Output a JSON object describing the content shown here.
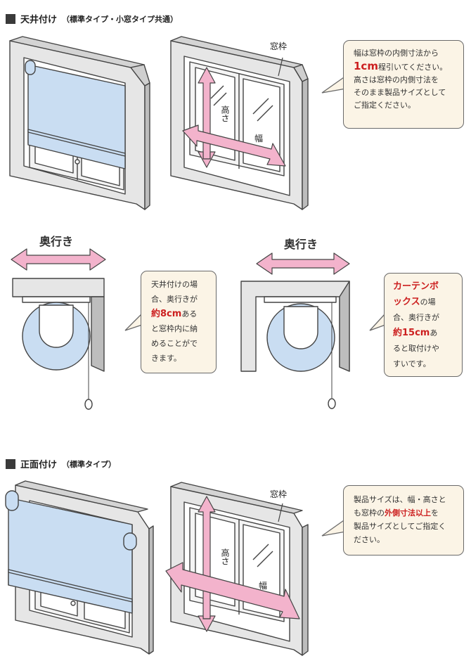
{
  "section1": {
    "title": "天井付け",
    "subtitle": "（標準タイプ・小窓タイプ共通）",
    "frame_label": "窓枠",
    "height_label": "高さ",
    "width_label": "幅",
    "bubble": {
      "line1": "幅は窓枠の内側寸法から",
      "line2_em": "1cm",
      "line2_rest": "程引いてください。",
      "line3": "高さは窓枠の内側寸法を",
      "line4": "そのまま製品サイズとして",
      "line5": "ご指定ください。"
    },
    "depth_left": {
      "label": "奥行き",
      "bubble": {
        "line1": "天井付けの場",
        "line2": "合、奥行きが",
        "line3_em": "約8cm",
        "line3_rest": "ある",
        "line4": "と窓枠内に納",
        "line5": "めることがで",
        "line6": "きます。"
      }
    },
    "depth_right": {
      "label": "奥行き",
      "bubble": {
        "line1_em": "カーテンボ",
        "line2_em": "ックス",
        "line2_rest": "の場",
        "line3": "合、奥行きが",
        "line4_em": "約15cm",
        "line4_rest": "あ",
        "line5": "ると取付けや",
        "line6": "すいです。"
      }
    }
  },
  "section2": {
    "title": "正面付け",
    "subtitle": "（標準タイプ）",
    "frame_label": "窓枠",
    "height_label": "高さ",
    "width_label": "幅",
    "bubble": {
      "line1": "製品サイズは、幅・高さと",
      "line2_a": "も窓枠の",
      "line2_em": "外側寸法以上",
      "line2_b": "を",
      "line3": "製品サイズとしてご指定く",
      "line4": "ださい。"
    }
  },
  "colors": {
    "frame_fill": "#e6e6e6",
    "frame_stroke": "#444444",
    "blind_blue": "#c9ddf2",
    "arrow_pink": "#f3b3cc",
    "bubble_fill": "#fbf4e6",
    "emphasis_red": "#cc1f1f"
  },
  "icons": [
    "square-bullet-icon",
    "arrow-icon",
    "pull-cord-icon"
  ]
}
